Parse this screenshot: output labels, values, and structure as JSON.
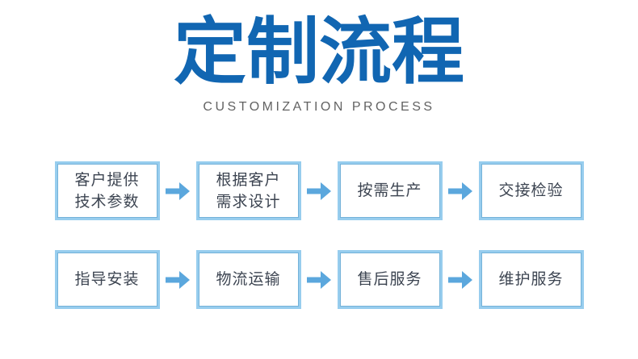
{
  "header": {
    "title": "定制流程",
    "subtitle": "CUSTOMIZATION PROCESS"
  },
  "flow": {
    "rows": [
      {
        "steps": [
          {
            "label": "客户提供\n技术参数"
          },
          {
            "label": "根据客户\n需求设计"
          },
          {
            "label": "按需生产"
          },
          {
            "label": "交接检验"
          }
        ]
      },
      {
        "steps": [
          {
            "label": "指导安装"
          },
          {
            "label": "物流运输"
          },
          {
            "label": "售后服务"
          },
          {
            "label": "维护服务"
          }
        ]
      }
    ]
  },
  "icons": {
    "between_steps": "right-arrow-icon"
  },
  "colors": {
    "title_blue": "#1166b2",
    "subtitle_gray": "#636363",
    "box_border_outer": "#97cdee",
    "box_border_inner": "#74b2d9",
    "arrow_blue": "#5ba7dd",
    "step_text": "#3c4451",
    "background": "#ffffff"
  }
}
